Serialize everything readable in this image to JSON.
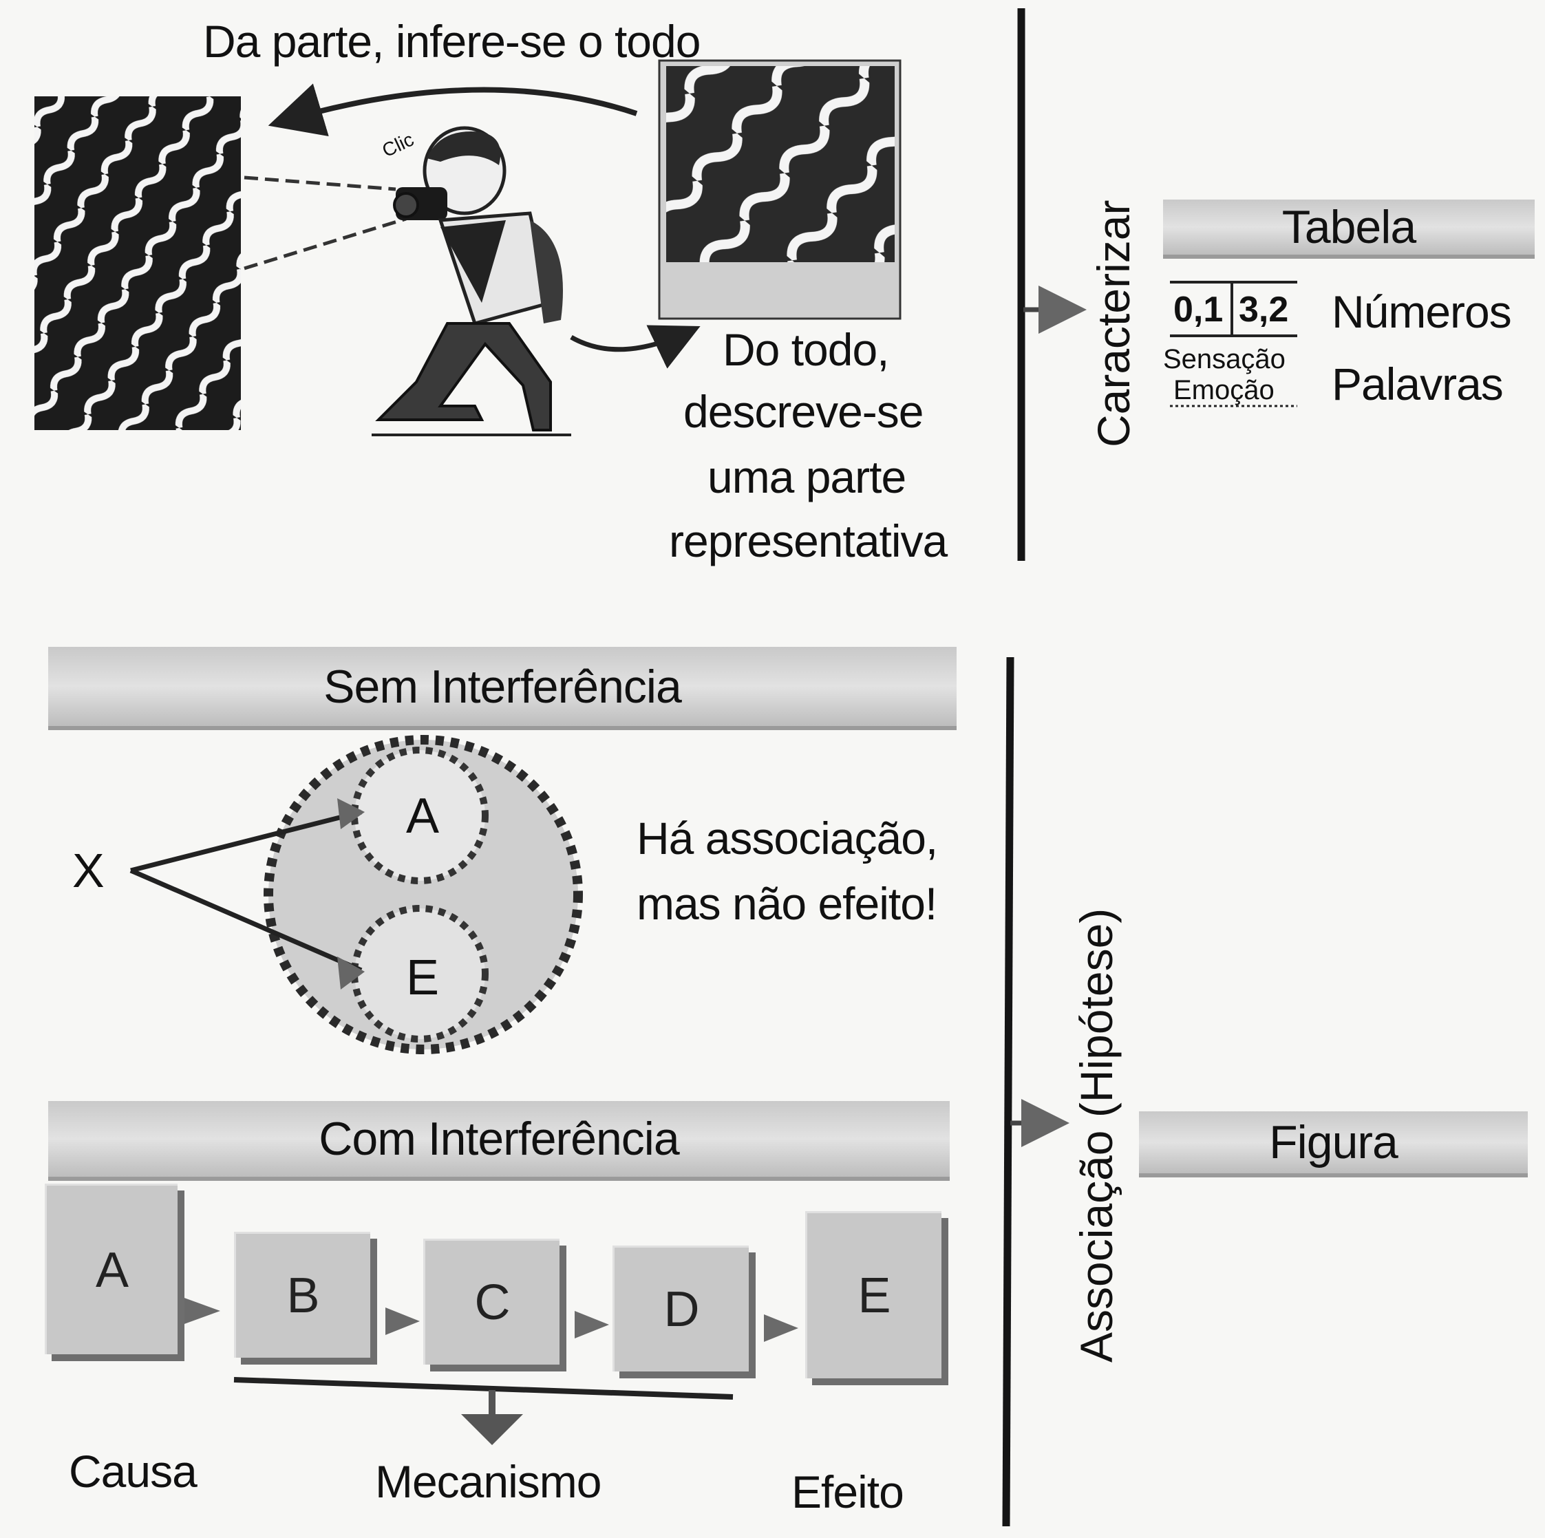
{
  "top": {
    "arrow_caption": "Da parte, infere-se o todo",
    "camera_sound": "Clic",
    "describe_caption": [
      "Do todo,",
      "descreve-se",
      "uma parte",
      "representativa"
    ],
    "vertical_label": "Caracterizar",
    "table_banner": "Tabela",
    "table_values": [
      "0,1",
      "3,2"
    ],
    "table_words": [
      "Sensação",
      "Emoção"
    ],
    "right_labels": [
      "Números",
      "Palavras"
    ]
  },
  "bottom": {
    "banner_no_interference": "Sem Interferência",
    "x_label": "X",
    "circle_labels": [
      "A",
      "E"
    ],
    "association_caption": [
      "Há associação,",
      "mas não efeito!"
    ],
    "banner_with_interference": "Com Interferência",
    "chain_boxes": [
      "A",
      "B",
      "C",
      "D",
      "E"
    ],
    "chain_labels": {
      "cause": "Causa",
      "mechanism": "Mecanismo",
      "effect": "Efeito"
    },
    "vertical_label": "Associação (Hipótese)",
    "figure_banner": "Figura"
  },
  "colors": {
    "ink": "#111111",
    "banner": "#cccccc",
    "box": "#c8c8c8",
    "arrow": "#555555"
  }
}
